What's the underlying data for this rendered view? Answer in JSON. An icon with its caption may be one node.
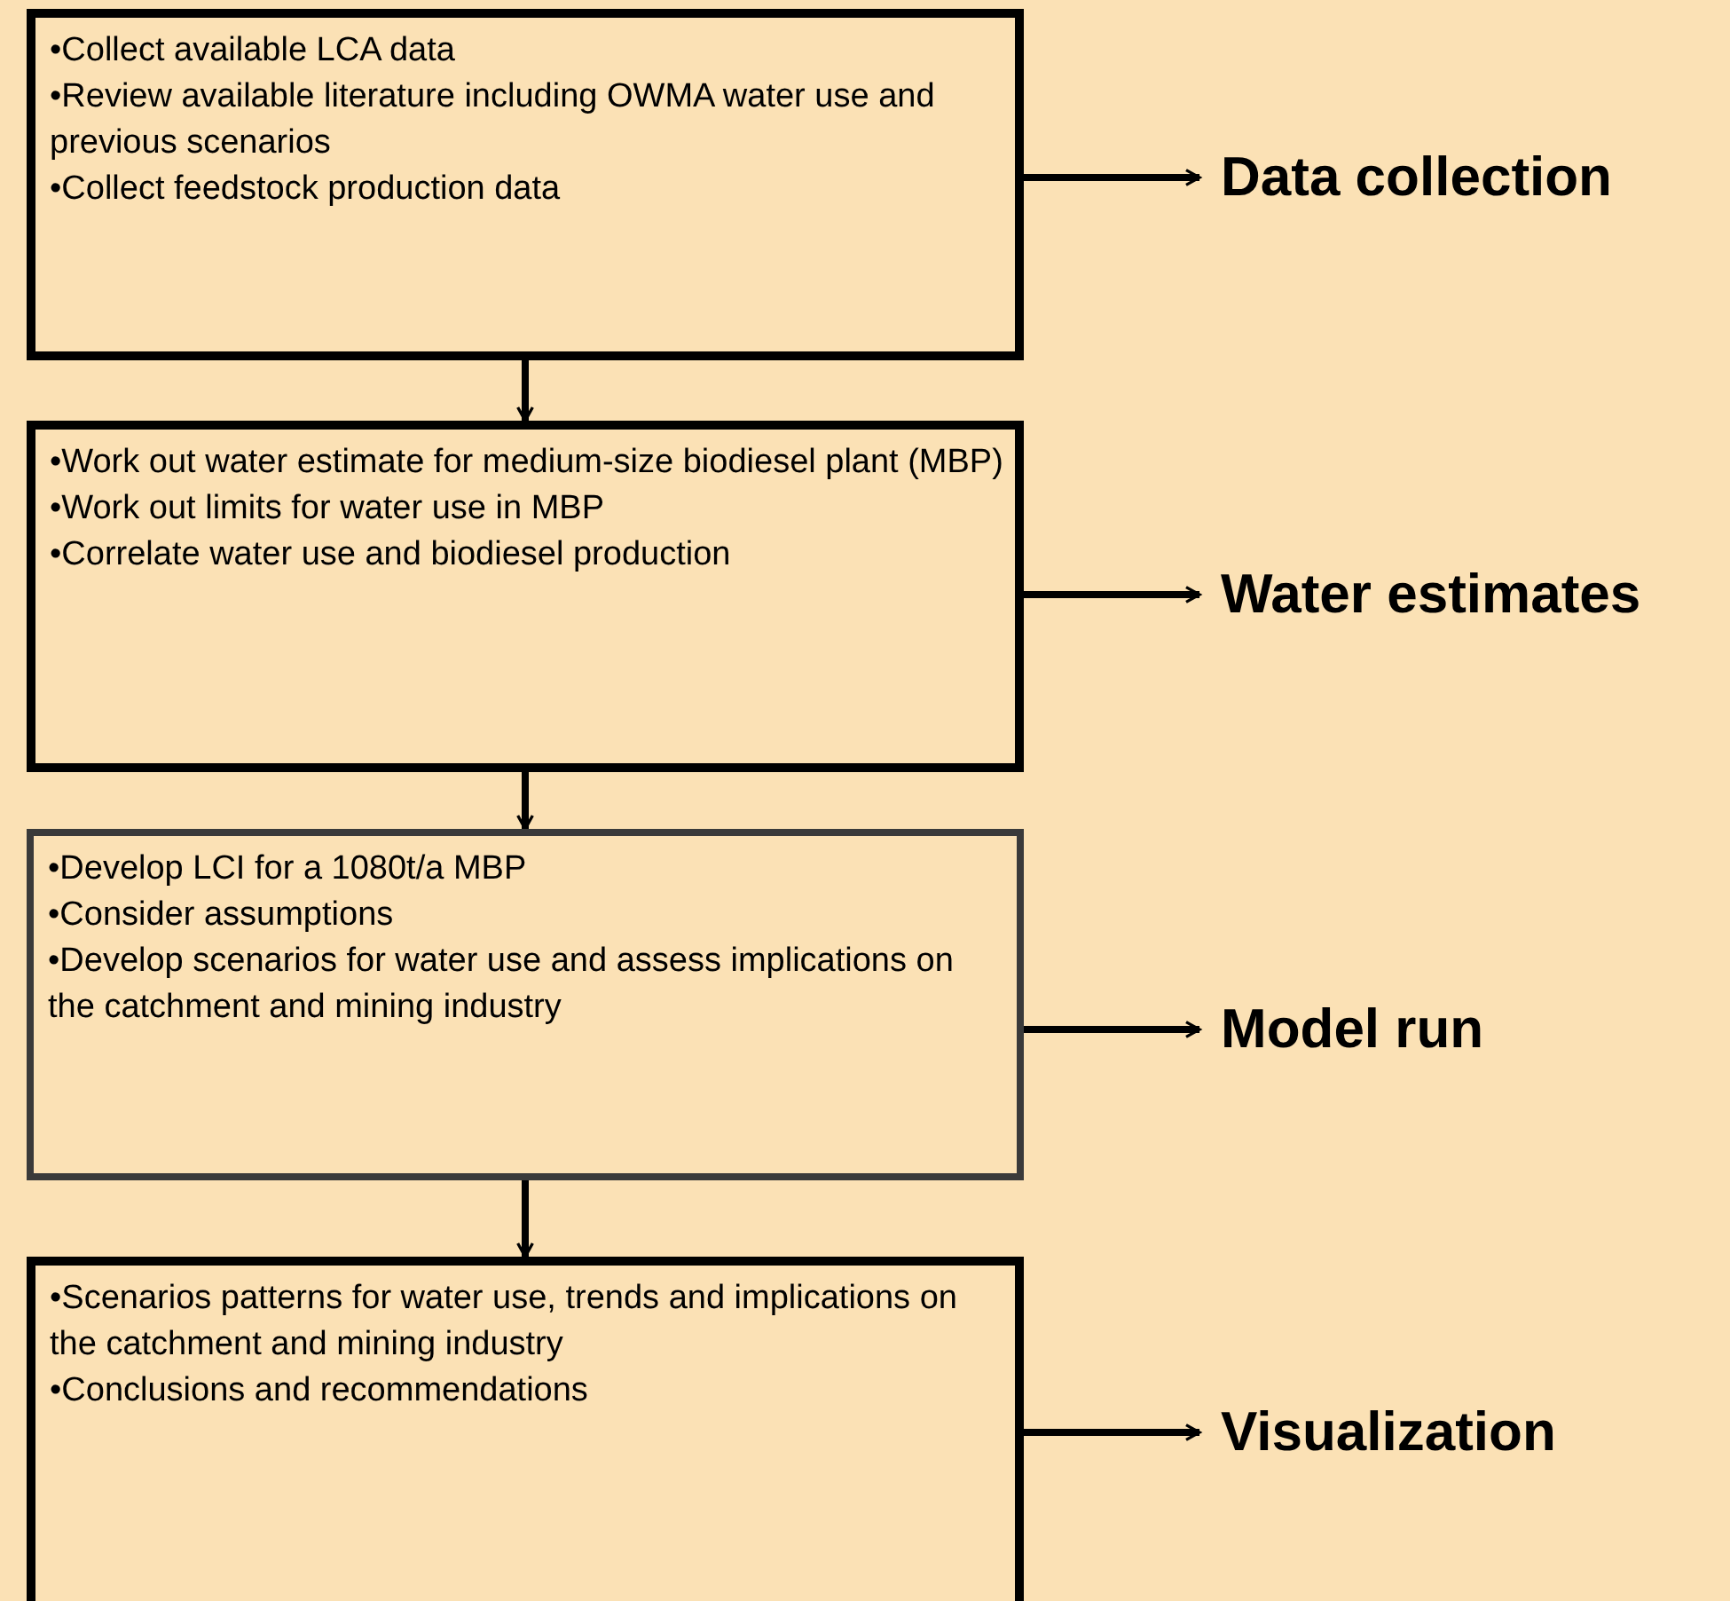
{
  "diagram": {
    "nodes": [
      {
        "text": [
          "•Collect available LCA data",
          "•Review available literature including OWMA water use and previous scenarios",
          "•Collect feedstock production  data"
        ]
      },
      {
        "text": [
          "Data collection"
        ]
      },
      {
        "text": [
          "•Work out water estimate for medium-size biodiesel plant (MBP)",
          "•Work out limits for water use  in MBP",
          "•Correlate water use and biodiesel production"
        ]
      },
      {
        "text": [
          "Water estimates"
        ]
      },
      {
        "text": [
          "•Develop  LCI for a 1080t/a MBP",
          "•Consider assumptions",
          "•Develop scenarios for water use and assess implications on the catchment and mining industry"
        ]
      },
      {
        "text": [
          "Model run"
        ]
      },
      {
        "text": [
          "•Scenarios patterns for water use, trends and implications on the catchment and mining industry",
          "•Conclusions and recommendations"
        ]
      },
      {
        "text": [
          "Visualization"
        ]
      }
    ],
    "edges": [
      {
        "from": 0,
        "to": 2,
        "arrow": "to"
      },
      {
        "from": 2,
        "to": 4,
        "arrow": "to"
      },
      {
        "from": 4,
        "to": 6,
        "arrow": "to"
      },
      {
        "from": 0,
        "to": 1,
        "arrow": "to"
      },
      {
        "from": 2,
        "to": 3,
        "arrow": "to"
      },
      {
        "from": 4,
        "to": 5,
        "arrow": "to"
      },
      {
        "from": 6,
        "to": 7,
        "arrow": "to"
      }
    ]
  }
}
